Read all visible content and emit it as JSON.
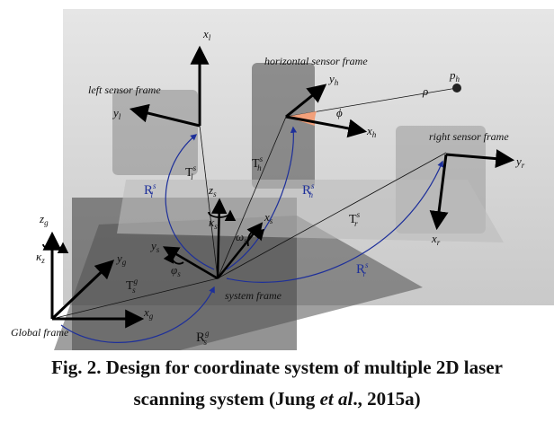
{
  "figure": {
    "frames": {
      "left": "left sensor frame",
      "horizontal": "horizontal sensor frame",
      "right": "right sensor frame",
      "system": "system frame",
      "global": "Global frame"
    },
    "axes": {
      "left": {
        "x": "x",
        "x_sub": "l",
        "y": "y",
        "y_sub": "l"
      },
      "horizontal": {
        "x": "x",
        "x_sub": "h",
        "y": "y",
        "y_sub": "h"
      },
      "right": {
        "x": "x",
        "x_sub": "r",
        "y": "y",
        "y_sub": "r"
      },
      "system": {
        "x": "x",
        "x_sub": "s",
        "y": "y",
        "y_sub": "s",
        "z": "z",
        "z_sub": "s"
      },
      "global": {
        "x": "x",
        "x_sub": "g",
        "y": "y",
        "y_sub": "g",
        "z": "z",
        "z_sub": "g"
      }
    },
    "angles": {
      "kappa_s": "κ",
      "kappa_s_sub": "s",
      "omega_s": "ω",
      "omega_s_sub": "s",
      "phi_s": "φ",
      "phi_s_sub": "s",
      "kappa_g": "κ",
      "kappa_g_sub": "z",
      "phi_h": "ϕ",
      "rho": "ρ"
    },
    "point": {
      "p": "p",
      "p_sub": "h"
    },
    "transforms": {
      "T": "T",
      "sup": "s",
      "sup_g": "g",
      "l": "l",
      "h": "h",
      "r": "r",
      "s": "s"
    },
    "rotations": {
      "R": "R",
      "sup": "s",
      "sup_g": "g",
      "l": "l",
      "h": "h",
      "r": "r",
      "s": "s"
    },
    "colors": {
      "rotation_arc": "#1d2f9a",
      "axis": "#000000",
      "wedge": "#f2a07a",
      "background": "#cfcfcf"
    }
  },
  "caption": {
    "line1": "Fig. 2. Design for coordinate system of multiple 2D laser",
    "line2_pre": "scanning system (Jung ",
    "line2_ital": "et al",
    "line2_post": "., 2015a)"
  }
}
